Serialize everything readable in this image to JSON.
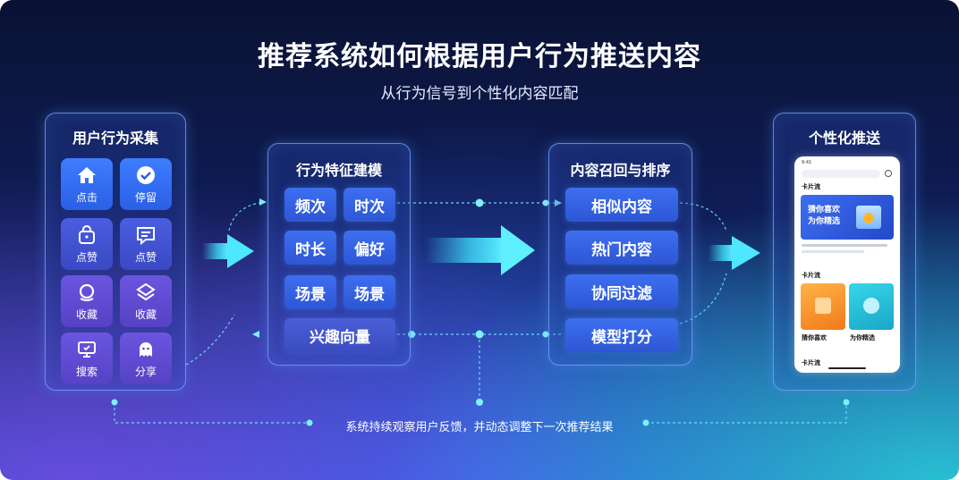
{
  "title": "推荐系统如何根据用户行为推送内容",
  "subtitle": "从行为信号到个性化内容匹配",
  "panels": {
    "collect": {
      "title": "用户行为采集",
      "tiles": [
        {
          "label": "点击",
          "icon": "home-icon"
        },
        {
          "label": "停留",
          "icon": "check-circle-icon"
        },
        {
          "label": "点赞",
          "icon": "bag-icon"
        },
        {
          "label": "点赞",
          "icon": "comment-icon"
        },
        {
          "label": "收藏",
          "icon": "bookmark-ring-icon"
        },
        {
          "label": "收藏",
          "icon": "layers-icon"
        },
        {
          "label": "搜索",
          "icon": "monitor-icon"
        },
        {
          "label": "分享",
          "icon": "ghost-icon"
        }
      ]
    },
    "model": {
      "title": "行为特征建模",
      "chips": [
        "频次",
        "时次",
        "时长",
        "偏好",
        "场景",
        "场景"
      ],
      "wide_chip": "兴趣向量"
    },
    "recall": {
      "title": "内容召回与排序",
      "chips": [
        "相似内容",
        "热门内容",
        "协同过滤",
        "模型打分"
      ]
    },
    "push": {
      "title": "个性化推送",
      "phone": {
        "time": "9:41",
        "header": "卡片流",
        "banner_line1": "猜你喜欢",
        "banner_line2": "为你精选",
        "section": "卡片流",
        "card1": "猜你喜欢",
        "card2": "为你精选",
        "footer": "卡片流"
      }
    }
  },
  "feedback": "系统持续观察用户反馈，并动态调整下一次推荐结果",
  "colors": {
    "accent_blue": "#3d6ff0",
    "arrow_cyan": "#3fe0ff",
    "line_cyan": "#6fe6ff"
  }
}
